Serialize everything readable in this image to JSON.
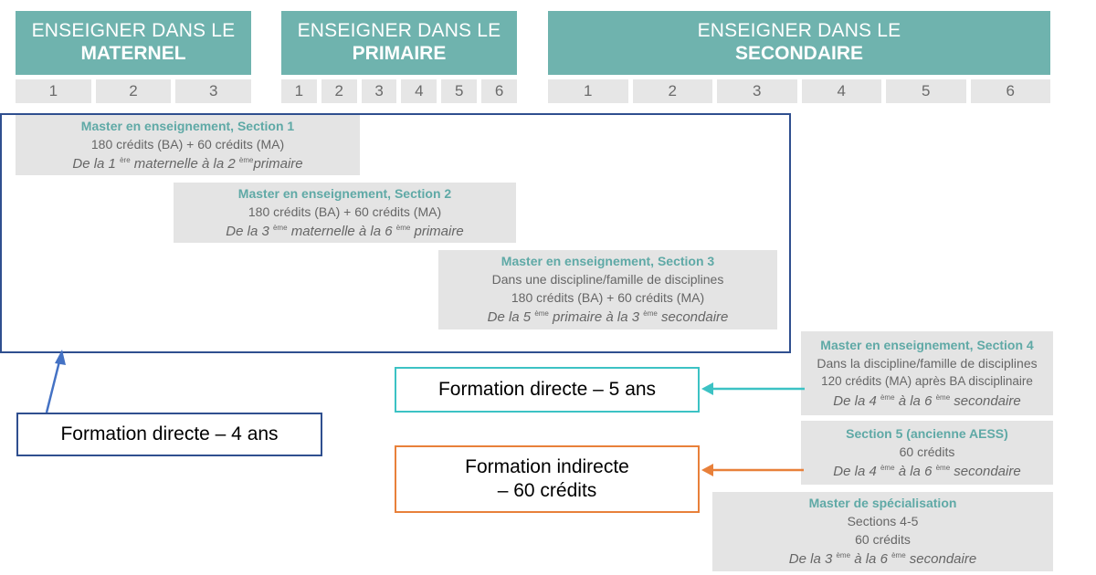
{
  "headers": [
    {
      "line1": "ENSEIGNER DANS LE",
      "line2": "MATERNEL",
      "years": [
        "1",
        "2",
        "3"
      ]
    },
    {
      "line1": "ENSEIGNER DANS LE",
      "line2": "PRIMAIRE",
      "years": [
        "1",
        "2",
        "3",
        "4",
        "5",
        "6"
      ]
    },
    {
      "line1": "ENSEIGNER DANS LE",
      "line2": "SECONDAIRE",
      "years": [
        "1",
        "2",
        "3",
        "4",
        "5",
        "6"
      ]
    }
  ],
  "cards": [
    {
      "title": "Master en enseignement, Section 1",
      "lines": [
        "180 crédits (BA) + 60 crédits (MA)"
      ],
      "range": {
        "a": "De la 1 ",
        "s1": "ère",
        "b": " maternelle à la 2 ",
        "s2": "ème",
        "c": "primaire"
      }
    },
    {
      "title": "Master en enseignement, Section 2",
      "lines": [
        "180 crédits (BA) + 60 crédits (MA)"
      ],
      "range": {
        "a": "De la 3 ",
        "s1": "ème",
        "b": " maternelle à la 6 ",
        "s2": "ème",
        "c": " primaire"
      }
    },
    {
      "title": "Master en enseignement, Section 3",
      "lines": [
        "Dans une discipline/famille de disciplines",
        "180 crédits (BA) + 60 crédits (MA)"
      ],
      "range": {
        "a": "De la 5 ",
        "s1": "ème",
        "b": " primaire à la 3 ",
        "s2": "ème",
        "c": " secondaire"
      }
    },
    {
      "title": "Master en enseignement, Section 4",
      "lines": [
        "Dans la discipline/famille de disciplines",
        "120 crédits (MA) après BA disciplinaire"
      ],
      "range": {
        "a": "De la 4 ",
        "s1": "ème",
        "b": " à la 6 ",
        "s2": "ème",
        "c": " secondaire"
      }
    },
    {
      "title": "Section 5 (ancienne AESS)",
      "lines": [
        "60 crédits"
      ],
      "range": {
        "a": "De la 4 ",
        "s1": "ème",
        "b": " à la 6 ",
        "s2": "ème",
        "c": " secondaire"
      }
    },
    {
      "title": "Master de spécialisation",
      "lines": [
        "Sections 4-5",
        "60 crédits"
      ],
      "range": {
        "a": "De la 3 ",
        "s1": "ème",
        "b": " à la 6 ",
        "s2": "ème",
        "c": " secondaire"
      }
    }
  ],
  "labels": {
    "four_years": "Formation directe – 4 ans",
    "five_years": "Formation directe – 5 ans",
    "indirect": "Formation indirecte – 60 crédits"
  },
  "colors": {
    "header_teal": "#6fb3ae",
    "card_grey": "#e4e4e4",
    "card_title_teal": "#5fa9a6",
    "frame_blue": "#2f4f8f",
    "label_cyan": "#3cc2c4",
    "label_orange": "#e8803a"
  }
}
